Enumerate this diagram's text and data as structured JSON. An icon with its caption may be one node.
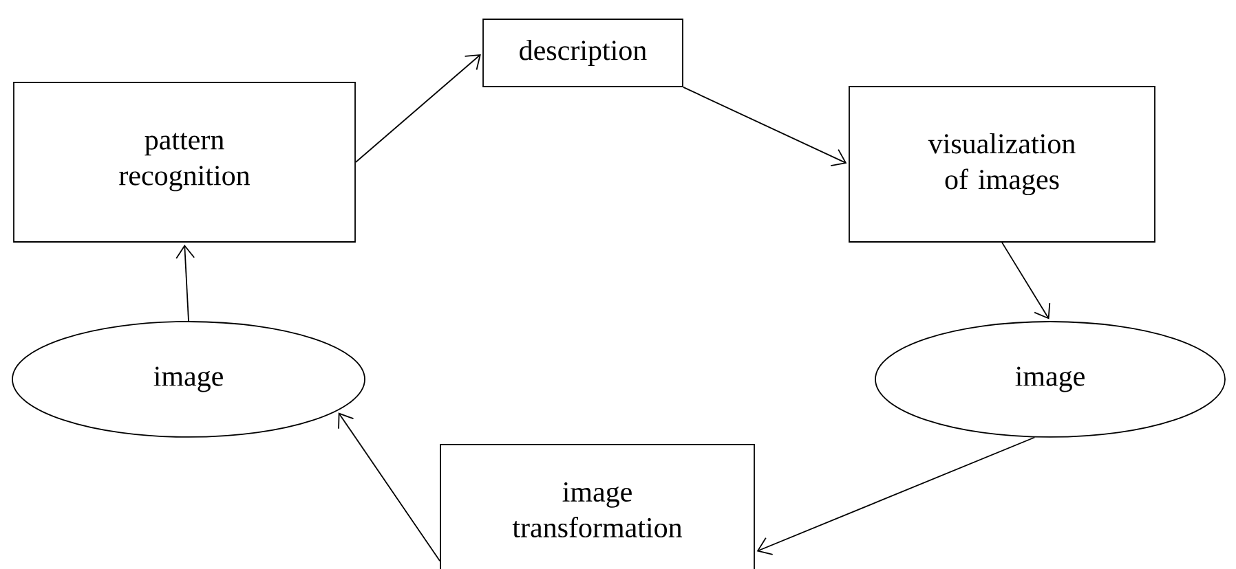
{
  "diagram": {
    "nodes": [
      {
        "text": [
          "description"
        ]
      },
      {
        "text": [
          "pattern recognition"
        ]
      },
      {
        "text": [
          "visualization of images"
        ]
      },
      {
        "text": [
          "image"
        ]
      },
      {
        "text": [
          "image"
        ]
      },
      {
        "text": [
          "image transformation"
        ]
      }
    ],
    "edges": [
      {
        "from": 1,
        "to": 0,
        "arrow": "to"
      },
      {
        "from": 0,
        "to": 2,
        "arrow": "to"
      },
      {
        "from": 2,
        "to": 4,
        "arrow": "to"
      },
      {
        "from": 4,
        "to": 5,
        "arrow": "to"
      },
      {
        "from": 5,
        "to": 3,
        "arrow": "to"
      },
      {
        "from": 3,
        "to": 1,
        "arrow": "to"
      }
    ]
  }
}
